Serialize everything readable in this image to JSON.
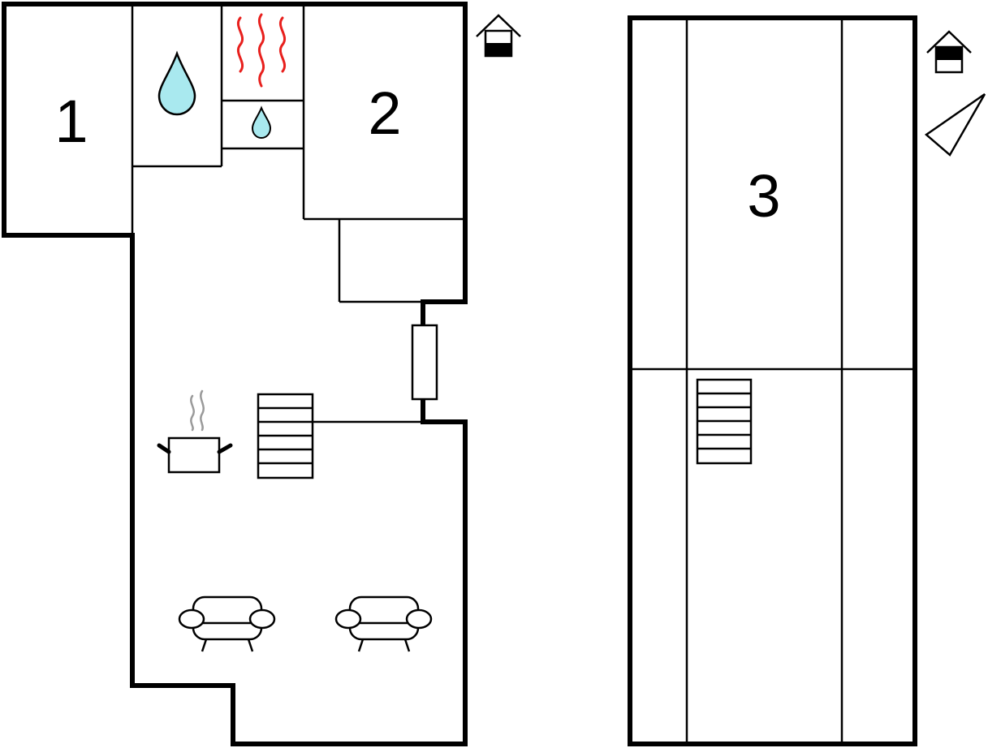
{
  "rooms": {
    "room1": {
      "label": "1"
    },
    "room2": {
      "label": "2"
    },
    "room3": {
      "label": "3"
    }
  },
  "icons": {
    "floor_level_ground": "house-floor-ground-icon",
    "floor_level_upper": "house-floor-upper-icon",
    "orientation": "compass-triangle-icon",
    "bathroom": "water-drop-icon",
    "toilet": "small-water-drop-icon",
    "sauna": "heat-waves-icon",
    "kitchen": "cooking-pot-icon",
    "stairs": "stairs-icon",
    "armchair": "armchair-icon"
  },
  "colors": {
    "walls": "#000000",
    "water": "#a9e9ef",
    "heat": "#e8201d",
    "steam": "#9a9a9a"
  }
}
